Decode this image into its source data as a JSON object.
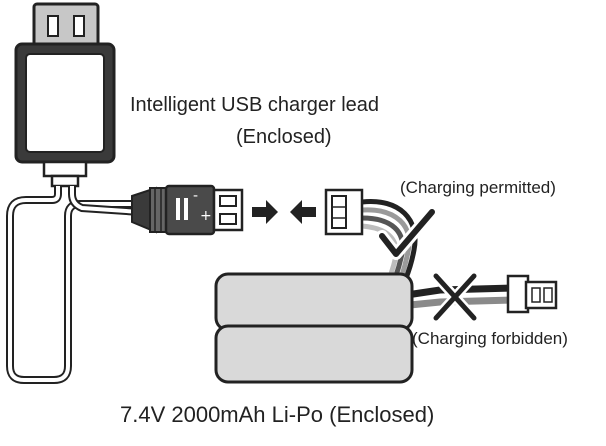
{
  "labels": {
    "charger_line1": "Intelligent USB charger lead",
    "charger_line2": "(Enclosed)",
    "permitted": "(Charging permitted)",
    "forbidden": "(Charging forbidden)",
    "battery": "7.4V 2000mAh Li-Po (Enclosed)"
  },
  "plug_marks": {
    "minus": "-",
    "plus": "+"
  },
  "icons": {
    "permitted": "check-mark-icon",
    "forbidden": "cross-mark-icon",
    "direction": "arrow-right-icon / arrow-left-icon"
  },
  "colors": {
    "outline": "#222222",
    "plug_body": "#4a4a4a",
    "battery_fill": "#d9d9d9",
    "usb_metal": "#bfbfbf"
  }
}
